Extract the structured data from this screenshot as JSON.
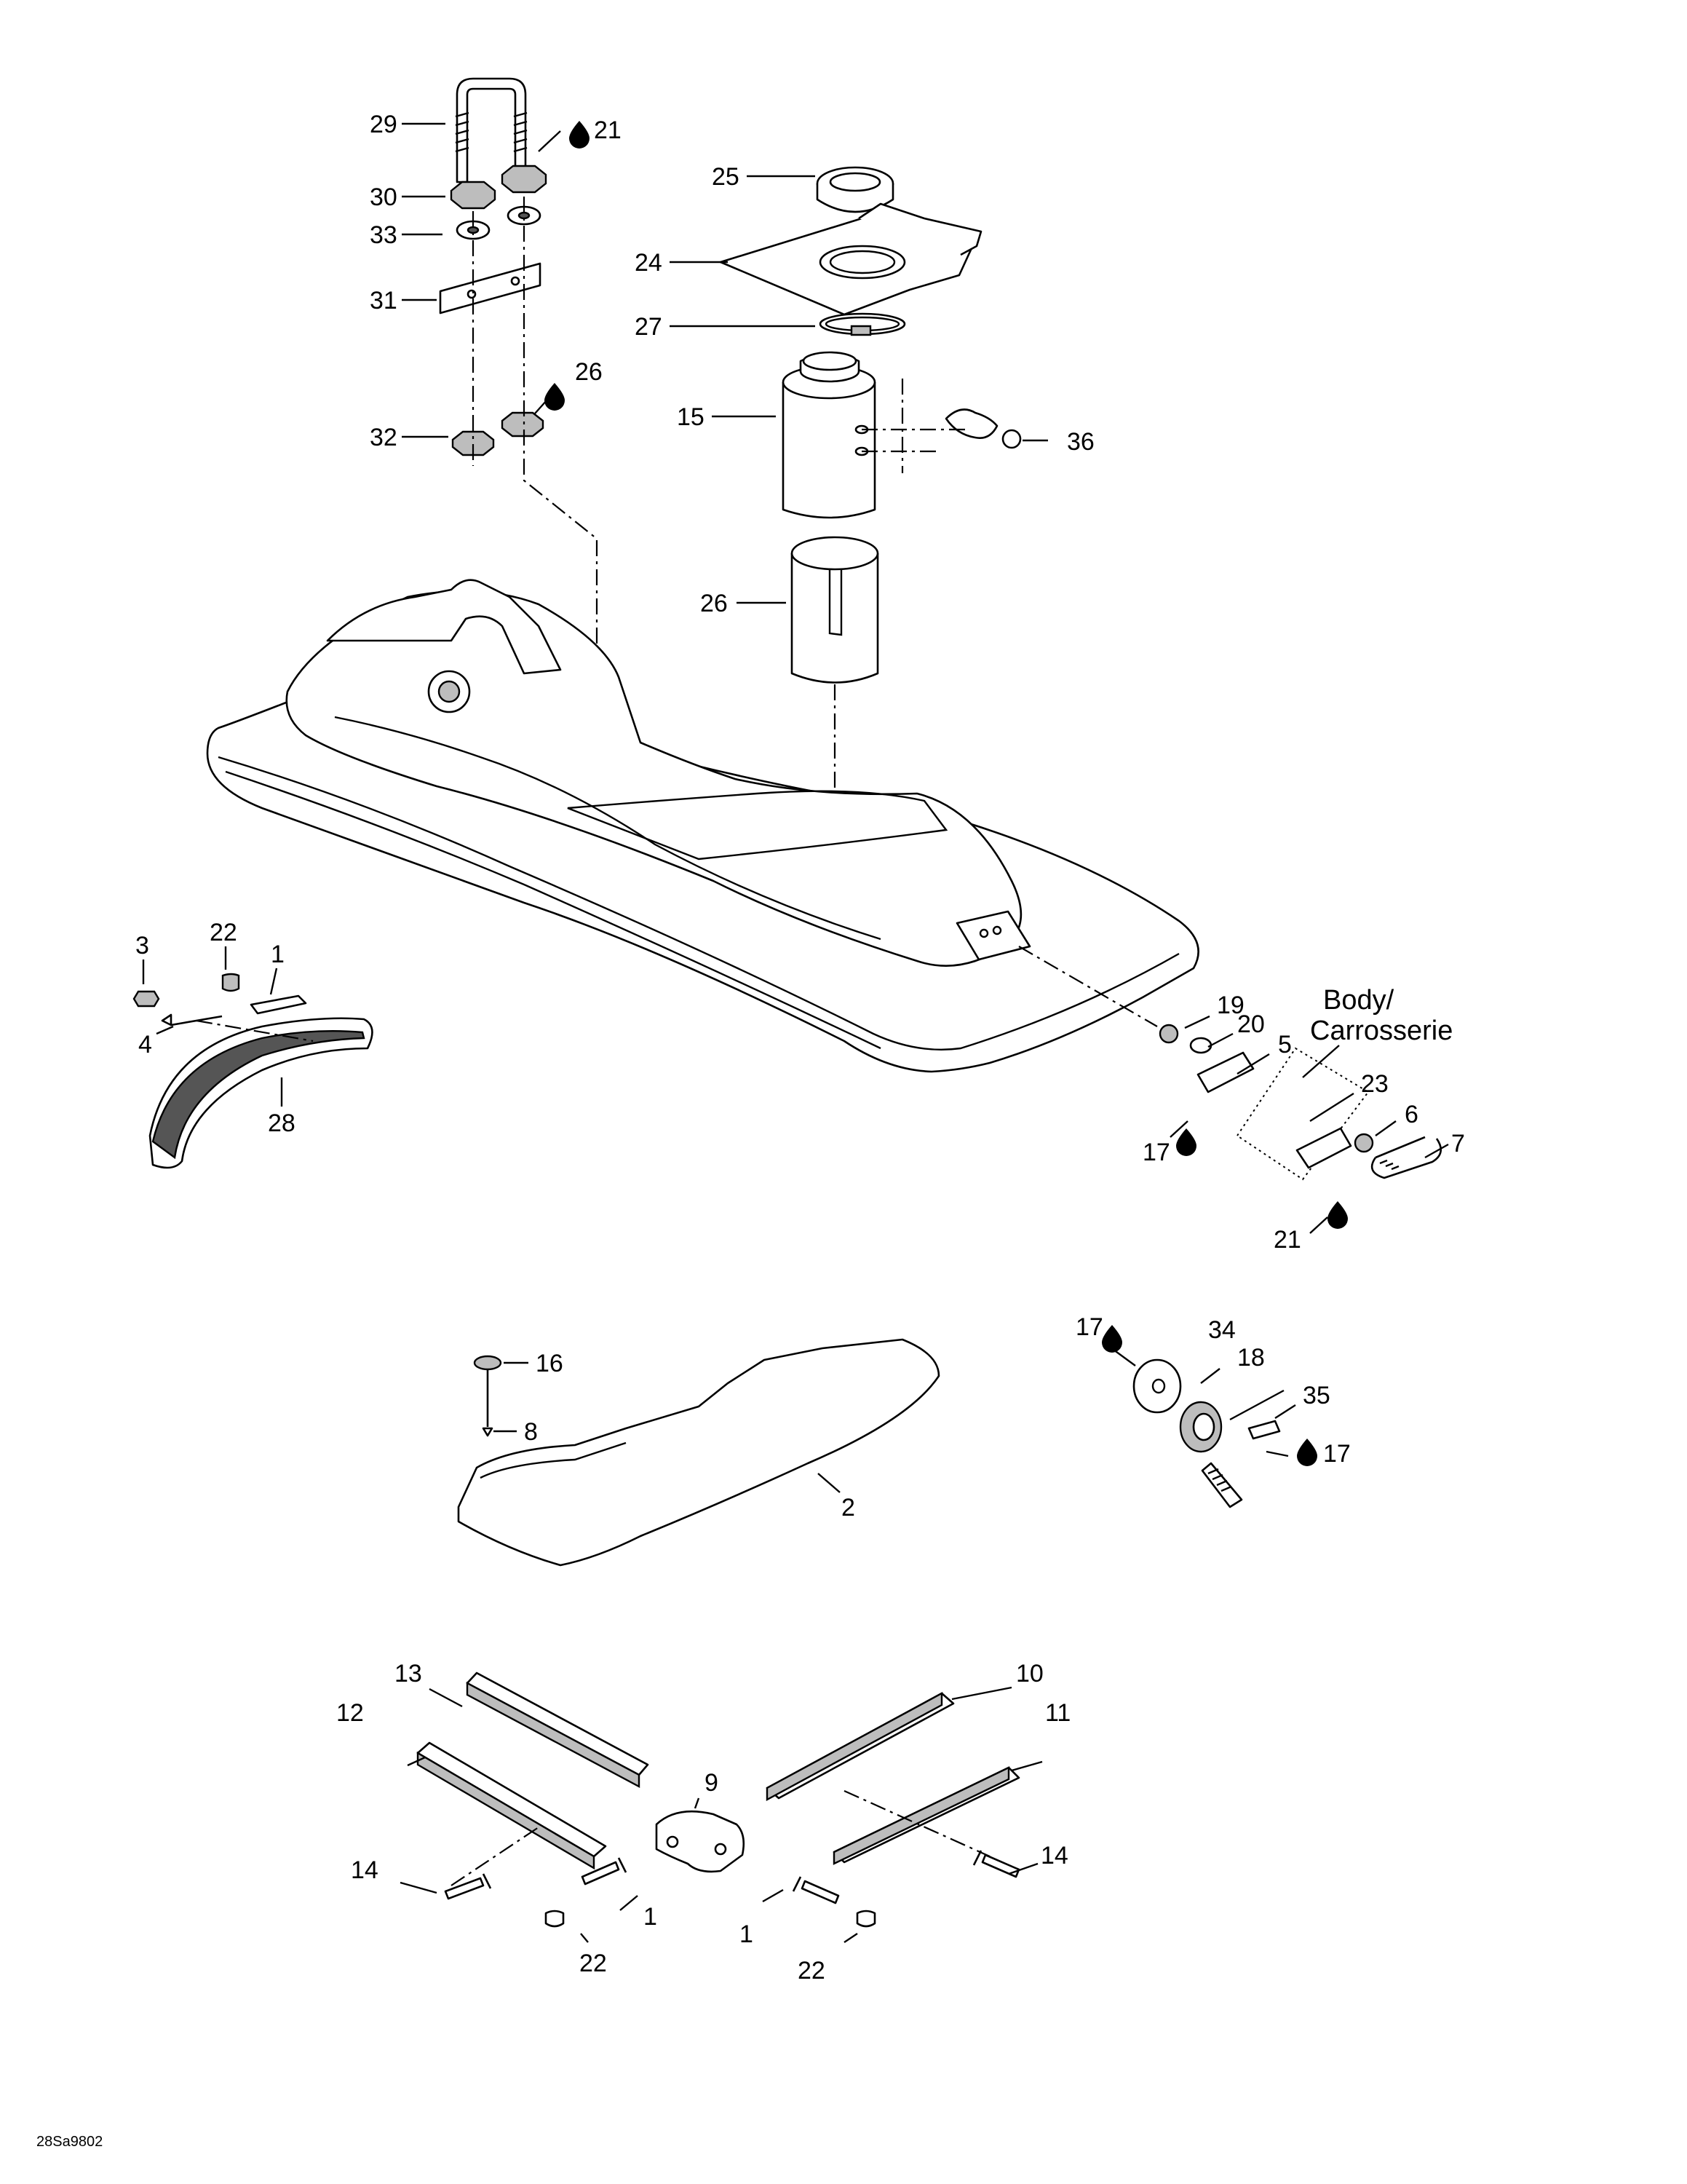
{
  "labels": {
    "c1": "29",
    "c2": "21",
    "c3": "30",
    "c4": "33",
    "c5": "31",
    "c6": "26",
    "c7": "32",
    "c8": "25",
    "c9": "24",
    "c10": "27",
    "c11": "15",
    "c12": "36",
    "c13": "26",
    "c14": "3",
    "c15": "22",
    "c16": "1",
    "c17": "4",
    "c18": "28",
    "c19": "19",
    "c20": "20",
    "c21": "5",
    "c22": "17",
    "c23": "23",
    "c24": "6",
    "c25": "7",
    "c26": "21",
    "c27": "16",
    "c28": "8",
    "c29": "2",
    "c30": "17",
    "c31": "34",
    "c32": "18",
    "c33": "35",
    "c34": "17",
    "c35": "13",
    "c36": "10",
    "c37": "12",
    "c38": "11",
    "c39": "9",
    "c40": "14",
    "c41": "14",
    "c42": "1",
    "c43": "1",
    "c44": "22",
    "c45": "22"
  },
  "body_label": {
    "line1": "Body/",
    "line2": "Carrosserie"
  },
  "drawing_code": "28Sa9802",
  "icons": {
    "sealant": "sealant-drop-icon"
  }
}
